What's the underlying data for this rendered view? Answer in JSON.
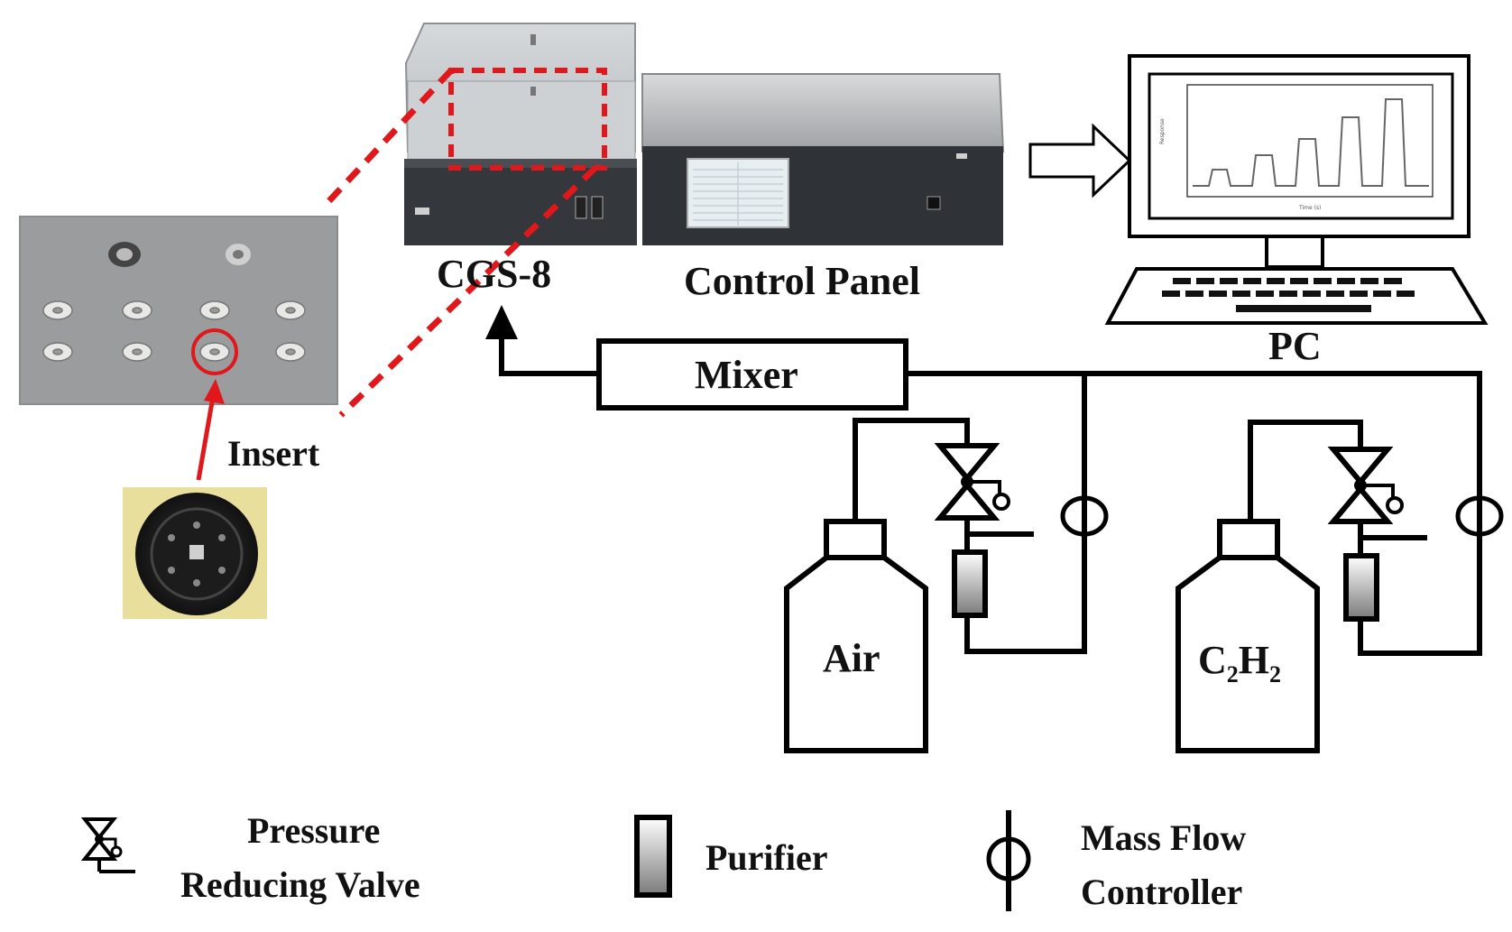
{
  "labels": {
    "cgs8": "CGS-8",
    "control_panel": "Control Panel",
    "pc": "PC",
    "mixer": "Mixer",
    "insert": "Insert",
    "air": "Air",
    "c2h2": {
      "base1": "C",
      "sub1": "2",
      "base2": "H",
      "sub2": "2"
    }
  },
  "legend": {
    "valve_line1": "Pressure",
    "valve_line2": "Reducing Valve",
    "purifier": "Purifier",
    "mfc_line1": "Mass Flow",
    "mfc_line2": "Controller"
  },
  "colors": {
    "pipe": "#000000",
    "highlight": "#e0171b",
    "device_body": "#3a3d42",
    "chamber_glass": "#c9cdd0",
    "photo_bg": "#9a9c9e",
    "sensor_bg": "#e9df9c"
  },
  "icons": {
    "valve": "pressure-reducing-valve-icon",
    "purifier": "purifier-icon",
    "mfc": "mass-flow-controller-icon",
    "arrow": "block-arrow-icon"
  }
}
